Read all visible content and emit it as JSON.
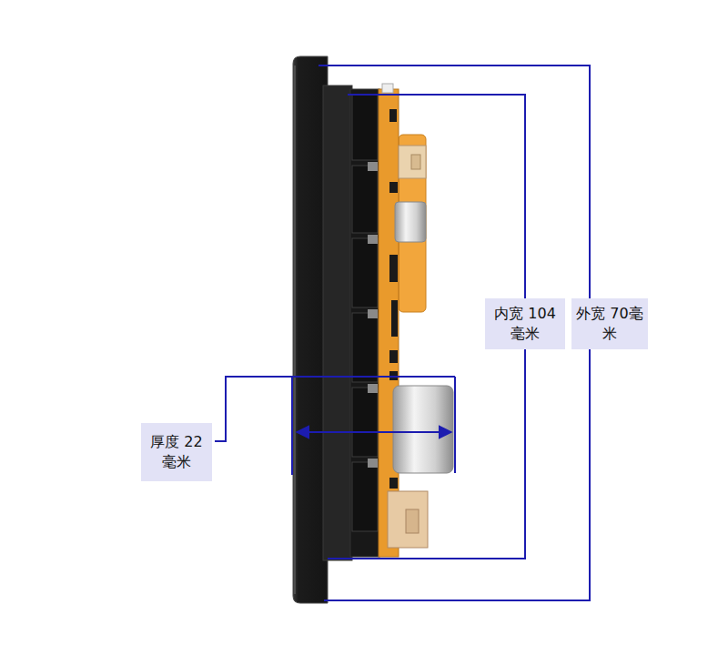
{
  "diagram": {
    "labels": [
      "内宽 104毫米",
      "外宽 70毫米",
      "厚度 22毫米"
    ]
  }
}
